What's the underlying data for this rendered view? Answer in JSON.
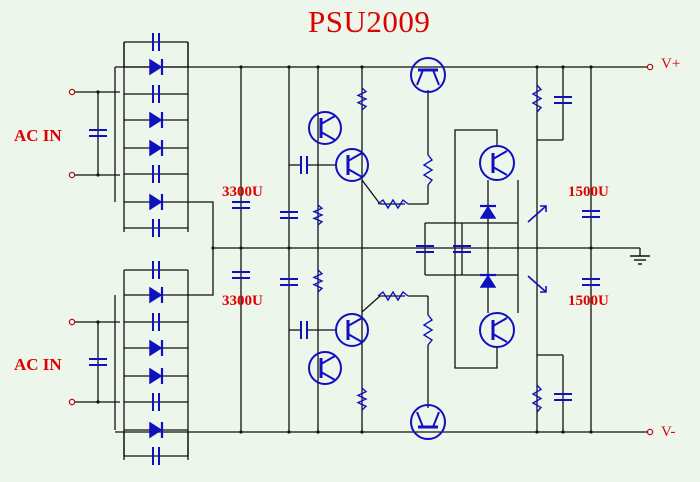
{
  "title": "PSU2009",
  "labels": {
    "ac_in_top": "AC IN",
    "ac_in_bottom": "AC IN",
    "cap_upper_left": "3300U",
    "cap_lower_left": "3300U",
    "cap_upper_right": "1500U",
    "cap_lower_right": "1500U",
    "v_plus": "V+",
    "v_minus": "V-"
  },
  "colors": {
    "background": "#ecf6ea",
    "wire": "#111111",
    "component": "#1010c0",
    "label": "#e00000",
    "terminal": "#b01010"
  },
  "icons": {
    "ground": "ground-icon",
    "diode": "diode-icon",
    "capacitor": "capacitor-icon",
    "resistor": "resistor-icon",
    "transistor": "transistor-icon"
  }
}
